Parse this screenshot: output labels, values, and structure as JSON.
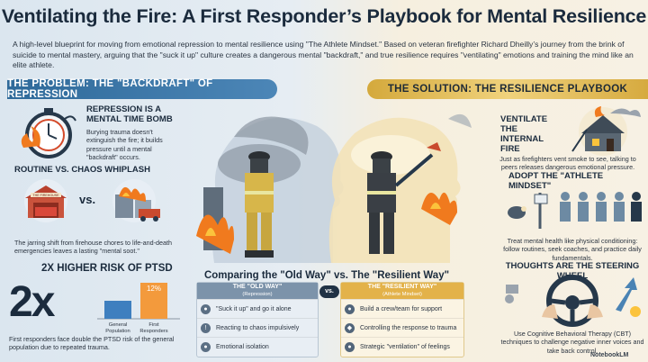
{
  "title": "Ventilating the Fire: A First Responder’s Playbook for Mental Resilience",
  "subtitle": "A high-level blueprint for moving from emotional repression to mental resilience using \"The Athlete Mindset.\" Based on veteran firefighter Richard Dheilly’s journey from the brink of suicide to mental mastery, arguing that the \"suck it up\" culture creates a dangerous mental \"backdraft,\" and true resilience requires \"ventilating\" emotions and training the mind like an elite athlete.",
  "problem": {
    "banner": "THE PROBLEM: THE \"BACKDRAFT\" OF REPRESSION",
    "bomb": {
      "heading": "REPRESSION IS A MENTAL TIME BOMB",
      "text": "Burying trauma doesn't extinguish the fire; it builds pressure until a mental \"backdraft\" occurs."
    },
    "whiplash": {
      "heading": "ROUTINE VS. CHAOS WHIPLASH",
      "firehouse_sign": "THE FIREHOUSE",
      "vs": "vs.",
      "text": "The jarring shift from firehouse chores to life-and-death emergencies leaves a lasting \"mental soot.\""
    },
    "ptsd": {
      "heading": "2X HIGHER RISK OF PTSD",
      "big": "2x",
      "bar_label": "12%",
      "text": "First responders face double the PTSD risk of the general population due to repeated trauma."
    }
  },
  "chart_data": {
    "type": "bar",
    "categories": [
      "General Population",
      "First Responders"
    ],
    "values": [
      6,
      12
    ],
    "title": "",
    "xlabel": "",
    "ylabel": "",
    "ylim": [
      0,
      12
    ]
  },
  "solution": {
    "banner": "THE SOLUTION: THE RESILIENCE PLAYBOOK",
    "ventilate": {
      "heading": "VENTILATE THE INTERNAL FIRE",
      "text": "Just as firefighters vent smoke to see, talking to peers releases dangerous emotional pressure."
    },
    "athlete": {
      "heading": "ADOPT THE \"ATHLETE MINDSET\"",
      "text": "Treat mental health like physical conditioning: follow routines, seek coaches, and practice daily fundamentals."
    },
    "steering": {
      "heading": "THOUGHTS ARE THE STEERING WHEEL",
      "text": "Use Cognitive Behavioral Therapy (CBT) techniques to challenge negative inner voices and take back control."
    }
  },
  "comparison": {
    "title": "Comparing the \"Old Way\" vs. The \"Resilient Way\"",
    "vs": "vs.",
    "old": {
      "header": "THE \"OLD WAY\"",
      "sub": "(Repression)",
      "rows": [
        "\"Suck it up\" and go it alone",
        "Reacting to chaos impulsively",
        "Emotional isolation"
      ]
    },
    "new": {
      "header": "THE \"RESILIENT WAY\"",
      "sub": "(Athlete Mindset)",
      "rows": [
        "Build a crew/team for support",
        "Controlling the response to trauma",
        "Strategic \"ventilation\" of feelings"
      ]
    }
  },
  "brand": "NotebookLM",
  "colors": {
    "problem": "#3b77a8",
    "solution": "#e0b54d",
    "fire": "#f07a1e"
  }
}
